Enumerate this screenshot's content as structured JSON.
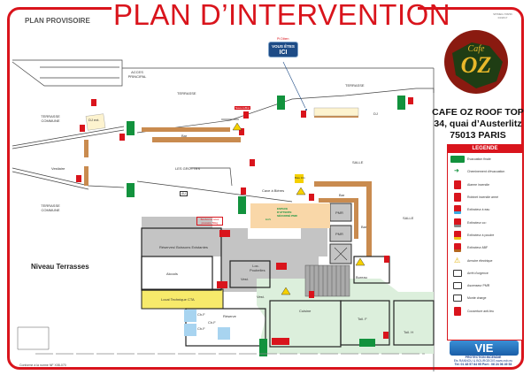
{
  "header": {
    "title": "PLAN D’INTERVENTION",
    "subtitle": "PLAN PROVISOIRE",
    "reference": "SPIMEG.708/36 04/2017"
  },
  "venue": {
    "name": "CAFE OZ ROOF TOP",
    "street": "34, quai d’Austerlitz",
    "city": "75013 PARIS",
    "logo_text": "Cafe OZ"
  },
  "you_are_here": {
    "pointer_label": "Pt Diben",
    "line1": "VOUS ÊTES",
    "line2": "ICI"
  },
  "level": "Niveau Terrasses",
  "norm": "Conforme à la norme NF X08-070",
  "plan_labels": {
    "acces": "ACCES PRINCIPAL",
    "terrasse1": "TERRASSE",
    "terrasse2": "TERRASSE",
    "terrasse_commune1": "TERRASSE COMMUNE",
    "terrasse_commune2": "TERRASSE COMMUNE",
    "vestiaire": "Vestiaire",
    "dj_ext": "DJ ext.",
    "bar1": "Bar",
    "dj": "DJ",
    "les_grottes": "LES GROTTES",
    "salle1": "SALLE",
    "salle2": "SALLE",
    "cave": "Cave à Bières",
    "baie": "Baie Info",
    "eas": "ESPACE D'ATTENTE SÉCURISÉ PMR",
    "eas_short": "EAS",
    "bar2": "Bar",
    "bar3": "Bar",
    "pmr1": "PMR",
    "pmr2": "PMR",
    "bonbonne": "Bonbonne sous pression 50kg",
    "reserves": "Réserves/ Boissons Existantes",
    "alcools": "Alcools",
    "local_poubelles": "Loc. Poubelles",
    "vest1": "Vest.",
    "vest2": "Vest.",
    "bureau": "Bureau",
    "local_cta": "Local Technique CTA",
    "reserve": "Réserve",
    "cuisine": "Cuisine",
    "ch_f1": "Ch.F",
    "ch_f2": "Ch.F",
    "ch_f3": "Ch.F",
    "toil_f": "Toil. F",
    "toil_h": "Toil. H",
    "sous_coffret": "Sous coffret",
    "au": "AU"
  },
  "legend": {
    "title": "LEGENDE",
    "items": [
      {
        "icon": "exit-sign-icon",
        "label": "Evacuation finale"
      },
      {
        "icon": "arrow-right-icon",
        "label": "Cheminement d'évacuation"
      },
      {
        "icon": "fire-alarm-icon",
        "label": "Alarme incendie"
      },
      {
        "icon": "fire-hose-icon",
        "label": "Robinet incendie armé"
      },
      {
        "icon": "extinguisher-water-icon",
        "label": "Extincteur à eau",
        "tag": "EAU",
        "tag_color": "#39a9e0"
      },
      {
        "icon": "extinguisher-co2-icon",
        "label": "Extincteur co²",
        "tag": "CO2",
        "tag_color": "#888888"
      },
      {
        "icon": "extinguisher-powder-icon",
        "label": "Extincteur à poudre",
        "tag": "POUDRE",
        "tag_color": "#f0c419"
      },
      {
        "icon": "extinguisher-abf-icon",
        "label": "Extincteur ABF",
        "tag": "ABF",
        "tag_color": "#b5651d"
      },
      {
        "icon": "electrical-cabinet-icon",
        "label": "Armoire électrique"
      },
      {
        "icon": "emergency-stop-icon",
        "label": "Arrêt d'urgence",
        "tag": "AU"
      },
      {
        "icon": "pmr-elevator-icon",
        "label": "Ascenseur PMR",
        "tag": "PMR"
      },
      {
        "icon": "freight-elevator-icon",
        "label": "Monte charge"
      },
      {
        "icon": "fire-blanket-icon",
        "label": "Couverture anti-feu",
        "tag": "CAF"
      }
    ]
  },
  "company": {
    "logo": "VIE",
    "line1": "PROTECTION INCENDIE",
    "line2": "Ets RANNOU & BOURGEOIS www.ecb.eu",
    "line3": "Tel: 01 48 57 84 95  Port : 06 24 06 49 53"
  },
  "colors": {
    "accent": "#d9141c",
    "exit": "#12923d",
    "eas": "#f9d7a8",
    "cta": "#f7ea6b",
    "wood": "#c98b4f",
    "corridor": "#dcefdc",
    "grey": "#bdbdbd"
  }
}
